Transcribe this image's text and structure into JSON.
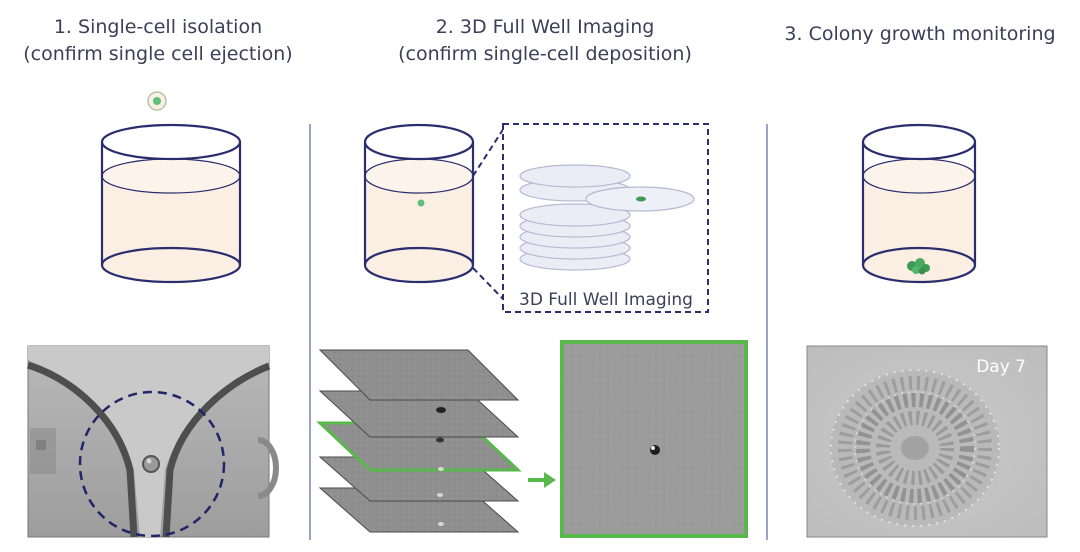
{
  "steps": [
    {
      "line1": "1. Single-cell isolation",
      "line2": "(confirm single cell ejection)"
    },
    {
      "line1": "2. 3D Full Well Imaging",
      "line2": "(confirm single-cell deposition)"
    },
    {
      "line1": "3. Colony growth monitoring",
      "line2": ""
    }
  ],
  "inset_label": "3D Full Well Imaging",
  "day_label": "Day 7",
  "colors": {
    "well_outline": "#2a2d6e",
    "medium": "#fbefe3",
    "cell": "#5fbf7a",
    "highlight_frame": "#58b84c",
    "divider": "#9aa3c8"
  }
}
